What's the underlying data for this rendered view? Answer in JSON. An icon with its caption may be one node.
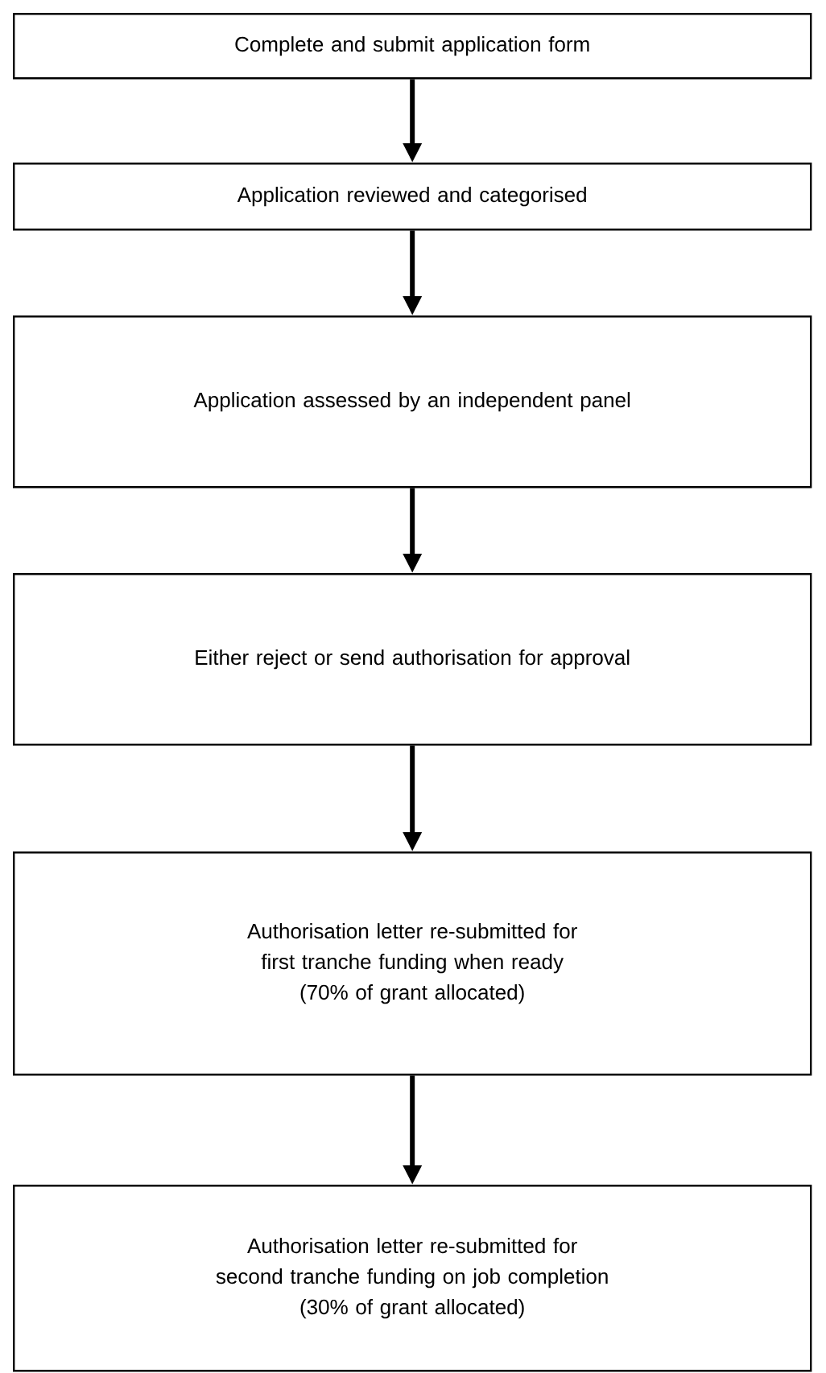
{
  "diagram": {
    "nodes": [
      {
        "text": [
          "Complete and submit application form"
        ]
      },
      {
        "text": [
          "Application reviewed and categorised"
        ]
      },
      {
        "text": [
          "Application assessed by an independent panel"
        ]
      },
      {
        "text": [
          "Either reject or send authorisation for approval"
        ]
      },
      {
        "text": [
          "Authorisation letter re-submitted for first tranche funding when ready",
          "(70% of grant allocated)"
        ]
      },
      {
        "text": [
          "Authorisation letter re-submitted for second tranche funding on job completion",
          "(30% of grant allocated)"
        ]
      }
    ],
    "edges": [
      {
        "from": 0,
        "to": 1,
        "arrow": "to"
      },
      {
        "from": 1,
        "to": 2,
        "arrow": "to"
      },
      {
        "from": 2,
        "to": 3,
        "arrow": "to"
      },
      {
        "from": 3,
        "to": 4,
        "arrow": "to"
      },
      {
        "from": 4,
        "to": 5,
        "arrow": "to"
      }
    ]
  }
}
